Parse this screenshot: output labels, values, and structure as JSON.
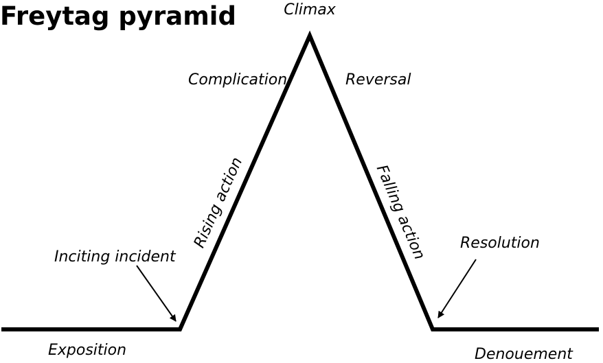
{
  "diagram": {
    "title": "Freytag pyramid",
    "colors": {
      "line": "#000000",
      "text": "#000000",
      "background": "#ffffff"
    },
    "labels": {
      "climax": "Climax",
      "complication": "Complication",
      "reversal": "Reversal",
      "rising_action": "Rising action",
      "falling_action": "Falling action",
      "inciting_incident": "Inciting incident",
      "resolution": "Resolution",
      "exposition": "Exposition",
      "denouement": "Denouement"
    }
  }
}
